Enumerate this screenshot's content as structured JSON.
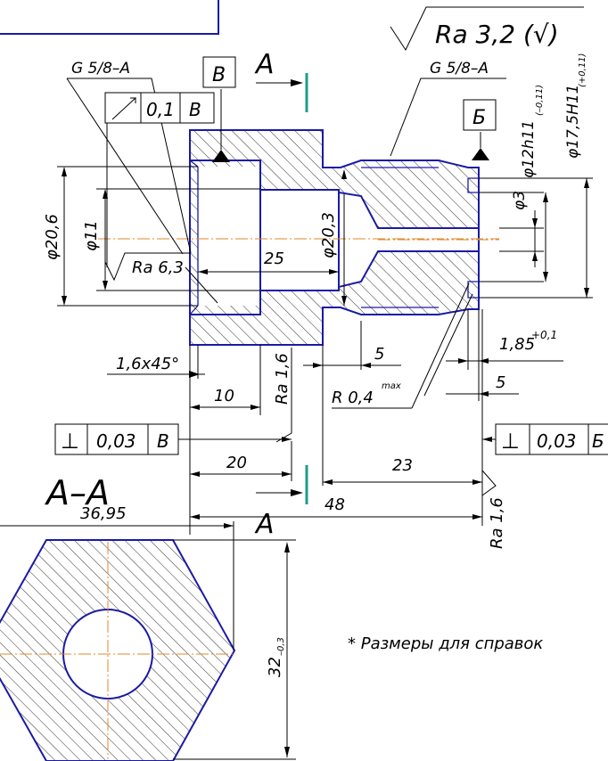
{
  "colors": {
    "contour": "#1a1aa6",
    "axis": "#e08a2a",
    "section_mark": "#1f9c8a"
  },
  "roughness_general": "Ra 3,2 (√)",
  "thread_left": "G 5/8–A",
  "thread_right": "G 5/8–A",
  "datum_top_left": "B",
  "datum_top_right": "Б",
  "section_letter_top": "A",
  "section_letter_bottom": "A",
  "section_title": "A–A",
  "tol_position": {
    "value": "0,1",
    "datum": "B"
  },
  "tol_perp_left": {
    "symbol": "⊥",
    "value": "0,03",
    "datum": "B"
  },
  "tol_perp_right": {
    "symbol": "⊥",
    "value": "0,03",
    "datum": "Б"
  },
  "dims": {
    "d20_6": "φ20,6",
    "d11": "φ11",
    "d20_3": "φ20,3",
    "d12": "φ12h11",
    "d12_tol": "(–0,11)",
    "d17_5": "φ17,5H11",
    "d17_5_tol": "(+0,11)",
    "d3": "φ3",
    "len25": "25",
    "ra63": "Ra 6,3",
    "ch16": "1,6x45°",
    "len10": "10",
    "ra16_a": "Ra 1,6",
    "len5a": "5",
    "r04": "R 0,4",
    "r04_sup": "max",
    "len185": "1,85",
    "len185_tol": "+0,1",
    "len5b": "5",
    "len20": "20",
    "len23": "23",
    "len48": "48",
    "ra16_b": "Ra 1,6",
    "len3695": "36,95",
    "len32": "32",
    "len32_tol": "–0,3"
  },
  "note": "* Размеры для справок"
}
